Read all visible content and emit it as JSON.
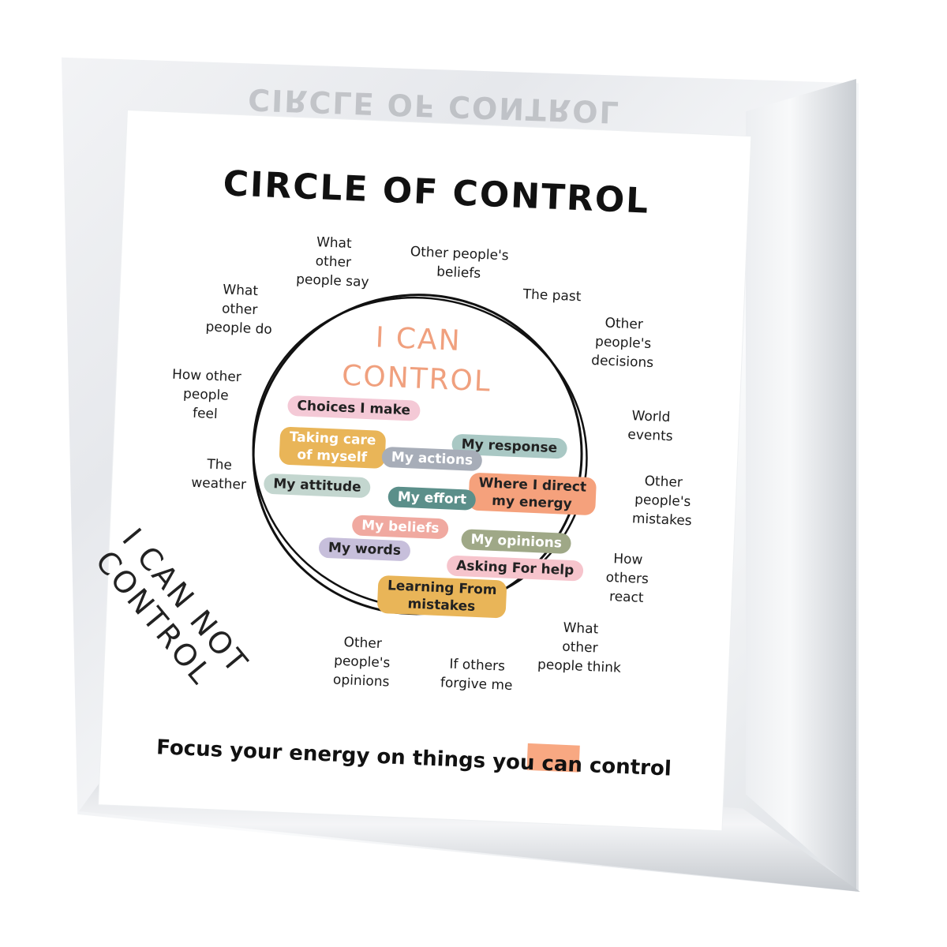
{
  "title": "CIRCLE OF CONTROL",
  "mirror_title": "CIRCLE OF CONTROL",
  "inner_title": "I CAN\nCONTROL",
  "outer_title": "I CAN NOT\nCONTROL",
  "footer": "Focus your energy on things you can control",
  "outer_items": [
    "What\nother\npeople say",
    "Other people's\nbeliefs",
    "The past",
    "Other\npeople's\ndecisions",
    "World\nevents",
    "Other\npeople's\nmistakes",
    "How\nothers\nreact",
    "What\nother\npeople think",
    "If others\nforgive me",
    "Other\npeople's\nopinions",
    "The\nweather",
    "How other\npeople\nfeel",
    "What\nother\npeople do"
  ],
  "inner_items": [
    {
      "label": "Choices I make",
      "color": "#f4c9d6"
    },
    {
      "label": "My response",
      "color": "#a9c8c4"
    },
    {
      "label": "Taking care\nof myself",
      "color": "#e9b558"
    },
    {
      "label": "My actions",
      "color": "#a7adb8"
    },
    {
      "label": "Where I direct\nmy energy",
      "color": "#f5a17c"
    },
    {
      "label": "My attitude",
      "color": "#c3d6cf"
    },
    {
      "label": "My effort",
      "color": "#5b8f8a"
    },
    {
      "label": "My beliefs",
      "color": "#f0a9a0"
    },
    {
      "label": "My opinions",
      "color": "#9fa887"
    },
    {
      "label": "My words",
      "color": "#c7bfdb"
    },
    {
      "label": "Asking For help",
      "color": "#f6c4cc"
    },
    {
      "label": "Learning From\nmistakes",
      "color": "#e9b558"
    }
  ],
  "colors": {
    "accent": "#f0a07e",
    "highlight": "#f8a882",
    "ink": "#111111"
  }
}
